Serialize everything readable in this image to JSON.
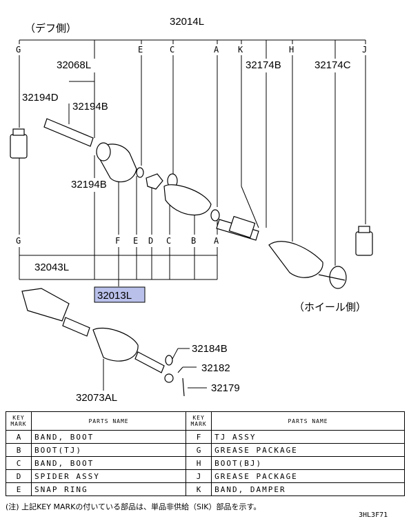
{
  "labels": {
    "diff_side": "（デフ側）",
    "wheel_side": "（ホイール側）",
    "p32014L": "32014L",
    "p32068L": "32068L",
    "p32194D": "32194D",
    "p32194B_top": "32194B",
    "p32194B_mid": "32194B",
    "p32174B": "32174B",
    "p32174C": "32174C",
    "p32043L": "32043L",
    "p32013L": "32013L",
    "p32073AL": "32073AL",
    "p32184B": "32184B",
    "p32182": "32182",
    "p32179": "32179"
  },
  "top_keys": [
    "G",
    "E",
    "C",
    "A",
    "K",
    "H",
    "J"
  ],
  "bottom_keys": [
    "G",
    "F",
    "E",
    "D",
    "C",
    "B",
    "A"
  ],
  "highlight_color": "#b9c0ea",
  "table": {
    "header_key": "KEY MARK",
    "header_name": "PARTS NAME",
    "rows": [
      {
        "k1": "A",
        "n1": "BAND, BOOT",
        "k2": "F",
        "n2": "TJ ASSY"
      },
      {
        "k1": "B",
        "n1": "BOOT(TJ)",
        "k2": "G",
        "n2": "GREASE PACKAGE"
      },
      {
        "k1": "C",
        "n1": "BAND, BOOT",
        "k2": "H",
        "n2": "BOOT(BJ)"
      },
      {
        "k1": "D",
        "n1": "SPIDER ASSY",
        "k2": "J",
        "n2": "GREASE PACKAGE"
      },
      {
        "k1": "E",
        "n1": "SNAP RING",
        "k2": "K",
        "n2": "BAND, DAMPER"
      }
    ]
  },
  "note": "(注) 上記KEY MARKの付いている部品は、単品非供給（SIK）部品を示す。",
  "code": "3HL3F71"
}
